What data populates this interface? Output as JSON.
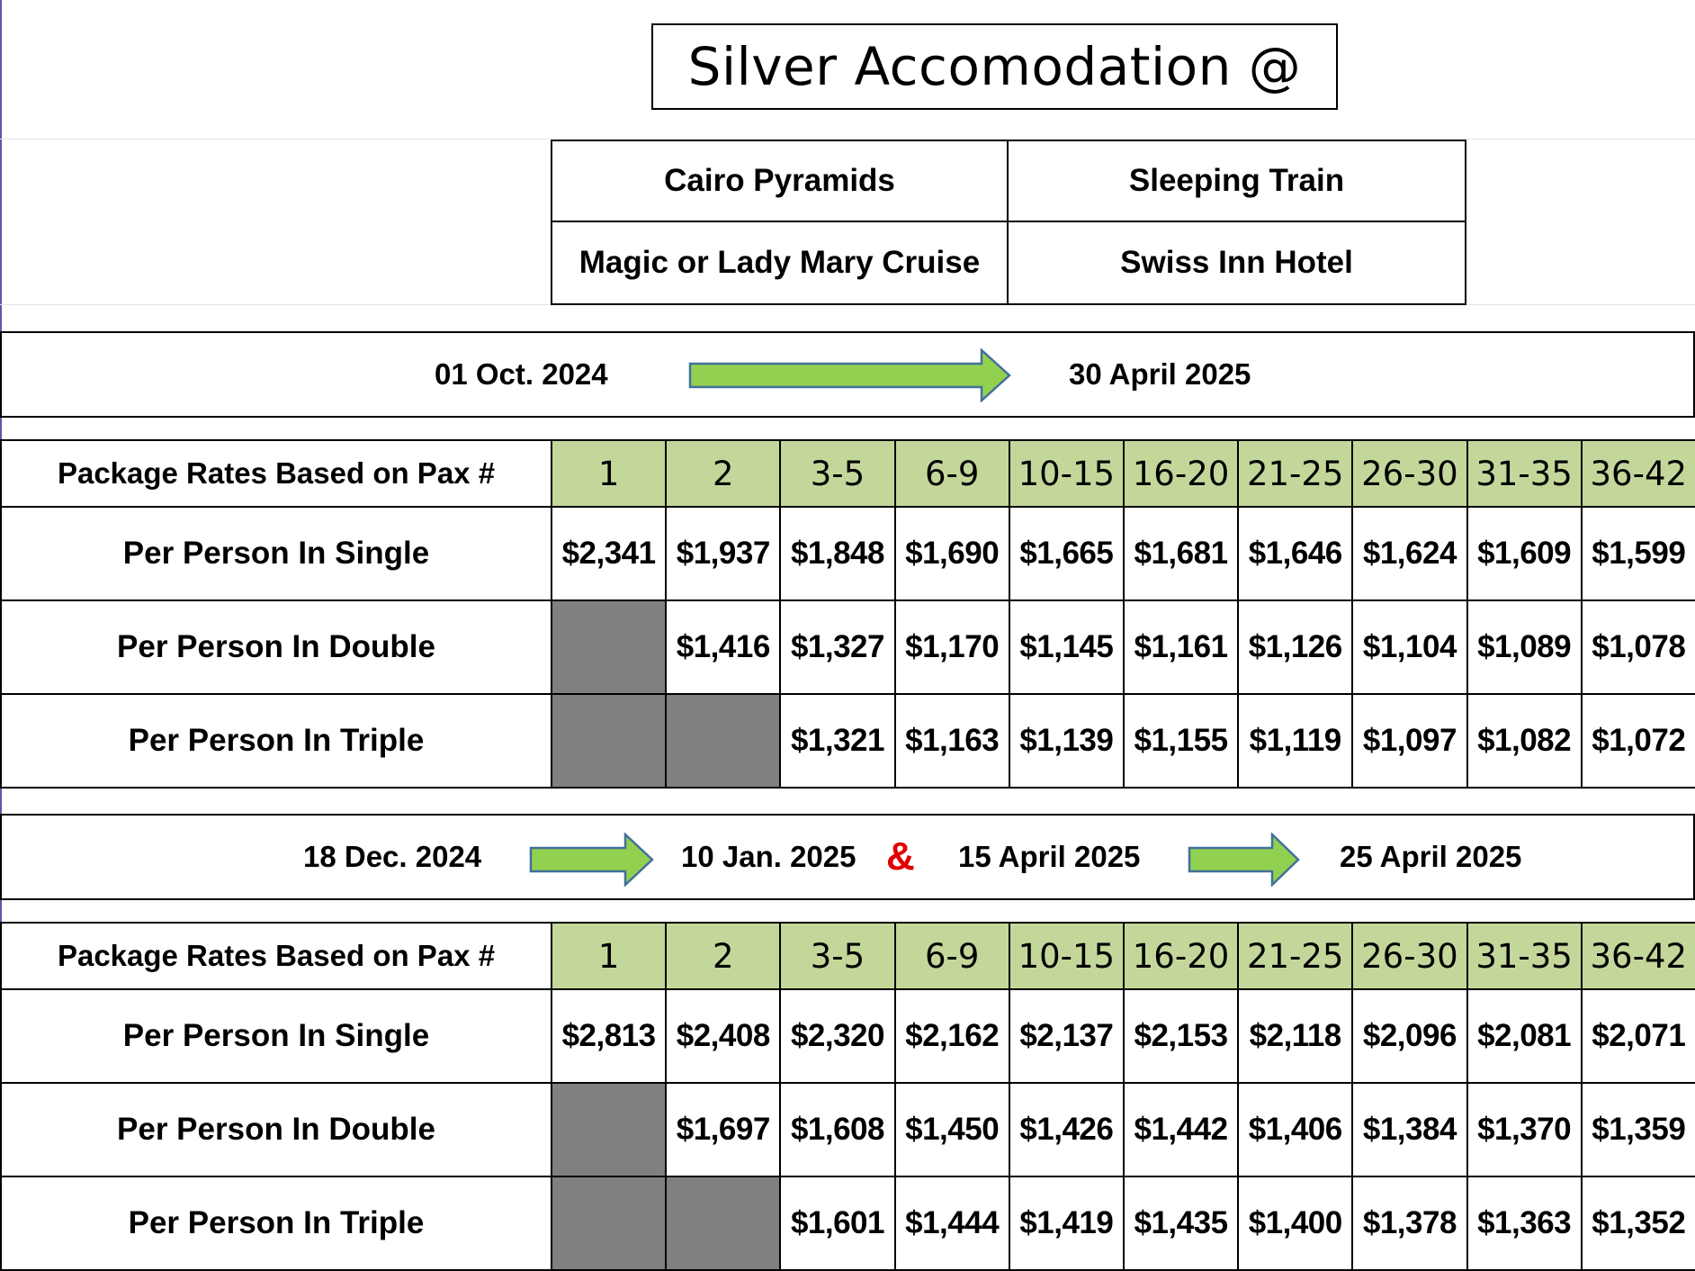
{
  "title": "Silver Accomodation @",
  "hotels": [
    "Cairo Pyramids",
    "Sleeping Train",
    "Magic or Lady Mary Cruise",
    "Swiss Inn Hotel"
  ],
  "period1": {
    "from": "01 Oct.  2024",
    "to": "30 April 2025"
  },
  "period2": {
    "from1": "18 Dec.  2024",
    "to1": "10 Jan. 2025",
    "amp": "&",
    "from2": "15 April 2025",
    "to2": "25 April 2025"
  },
  "colors": {
    "header_green": "#c4d79b",
    "arrow_green": "#92d050",
    "arrow_outline": "#41719c",
    "unavailable_gray": "#808080",
    "ampersand_red": "#e00000"
  },
  "table1": {
    "header_label": "Package Rates Based on Pax #",
    "pax": [
      "1",
      "2",
      "3-5",
      "6-9",
      "10-15",
      "16-20",
      "21-25",
      "26-30",
      "31-35",
      "36-42"
    ],
    "rows": [
      {
        "label": "Per Person In Single",
        "values": [
          "$2,341",
          "$1,937",
          "$1,848",
          "$1,690",
          "$1,665",
          "$1,681",
          "$1,646",
          "$1,624",
          "$1,609",
          "$1,599"
        ]
      },
      {
        "label": "Per Person In Double",
        "values": [
          null,
          "$1,416",
          "$1,327",
          "$1,170",
          "$1,145",
          "$1,161",
          "$1,126",
          "$1,104",
          "$1,089",
          "$1,078"
        ]
      },
      {
        "label": "Per Person In Triple",
        "values": [
          null,
          null,
          "$1,321",
          "$1,163",
          "$1,139",
          "$1,155",
          "$1,119",
          "$1,097",
          "$1,082",
          "$1,072"
        ]
      }
    ]
  },
  "table2": {
    "header_label": "Package Rates Based on Pax #",
    "pax": [
      "1",
      "2",
      "3-5",
      "6-9",
      "10-15",
      "16-20",
      "21-25",
      "26-30",
      "31-35",
      "36-42"
    ],
    "rows": [
      {
        "label": "Per Person In Single",
        "values": [
          "$2,813",
          "$2,408",
          "$2,320",
          "$2,162",
          "$2,137",
          "$2,153",
          "$2,118",
          "$2,096",
          "$2,081",
          "$2,071"
        ]
      },
      {
        "label": "Per Person In Double",
        "values": [
          null,
          "$1,697",
          "$1,608",
          "$1,450",
          "$1,426",
          "$1,442",
          "$1,406",
          "$1,384",
          "$1,370",
          "$1,359"
        ]
      },
      {
        "label": "Per Person In Triple",
        "values": [
          null,
          null,
          "$1,601",
          "$1,444",
          "$1,419",
          "$1,435",
          "$1,400",
          "$1,378",
          "$1,363",
          "$1,352"
        ]
      }
    ]
  }
}
